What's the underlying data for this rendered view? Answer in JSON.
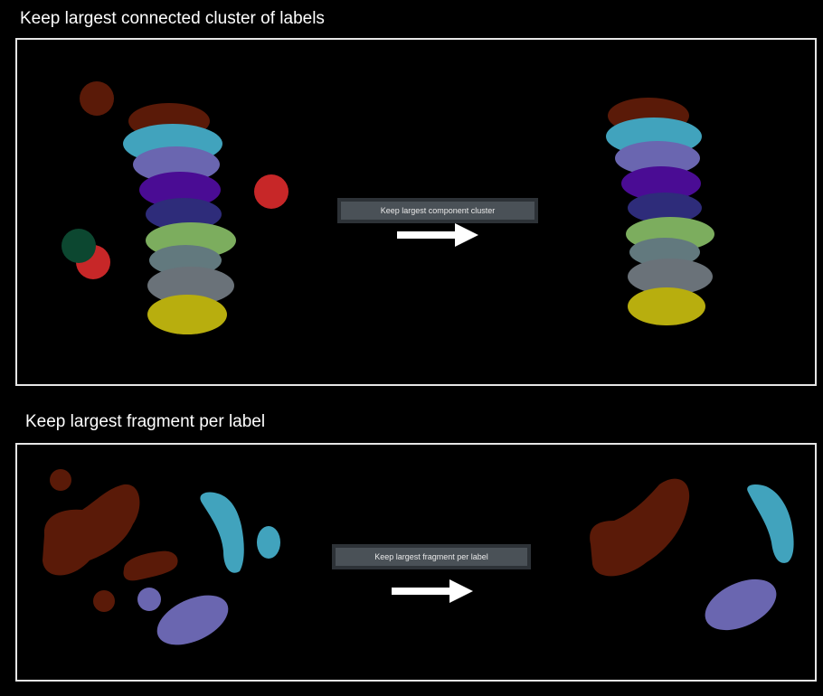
{
  "sections": [
    {
      "title": "Keep largest connected cluster of labels",
      "button_label": "Keep largest component cluster",
      "arrow_icon": "right-arrow-icon"
    },
    {
      "title": "Keep largest fragment per label",
      "button_label": "Keep largest fragment per label",
      "arrow_icon": "right-arrow-icon"
    }
  ],
  "colors": {
    "background": "#000000",
    "panel_border": "#e6e6e6",
    "button_bg": "#2d3237",
    "button_inner": "#4a5157",
    "arrow": "#ffffff",
    "label_colors": {
      "brown": "#5a1a08",
      "cyan": "#41a3bd",
      "slate_purple": "#6a66b0",
      "purple": "#4a0c94",
      "navy": "#2e2c7a",
      "green": "#7cad5e",
      "teal_gray": "#62797e",
      "gray": "#6a7279",
      "olive": "#b8ae0e",
      "red": "#c72728",
      "dark_green": "#0c4730"
    }
  }
}
